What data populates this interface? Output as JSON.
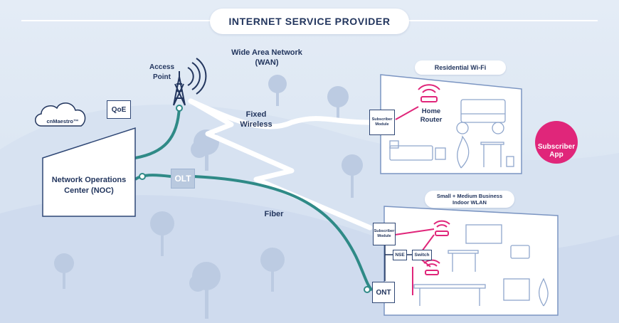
{
  "header": {
    "title": "INTERNET SERVICE PROVIDER"
  },
  "labels": {
    "wan": "Wide Area Network",
    "wan_abbr": "(WAN)",
    "access_point": "Access\nPoint",
    "fixed_wireless": "Fixed\nWireless",
    "fiber": "Fiber",
    "qoe": "QoE",
    "cnmaestro": "cnMaestro™",
    "noc": "Network Operations\nCenter (NOC)",
    "olt": "OLT"
  },
  "residential": {
    "title": "Residential Wi-Fi",
    "subscriber_module": "Subscriber\nModule",
    "home_router": "Home\nRouter"
  },
  "business": {
    "title": "Small + Medium Business\nIndoor WLAN",
    "subscriber_module": "Subscriber\nModule",
    "nse": "NSE",
    "switch": "Switch",
    "ont": "ONT"
  },
  "subscriber_app": {
    "label": "Subscriber\nApp"
  },
  "colors": {
    "navy": "#23365e",
    "teal": "#2f8a87",
    "magenta": "#e0267a",
    "light_blue": "#b9c9df",
    "room_line": "#8fa6cc"
  }
}
